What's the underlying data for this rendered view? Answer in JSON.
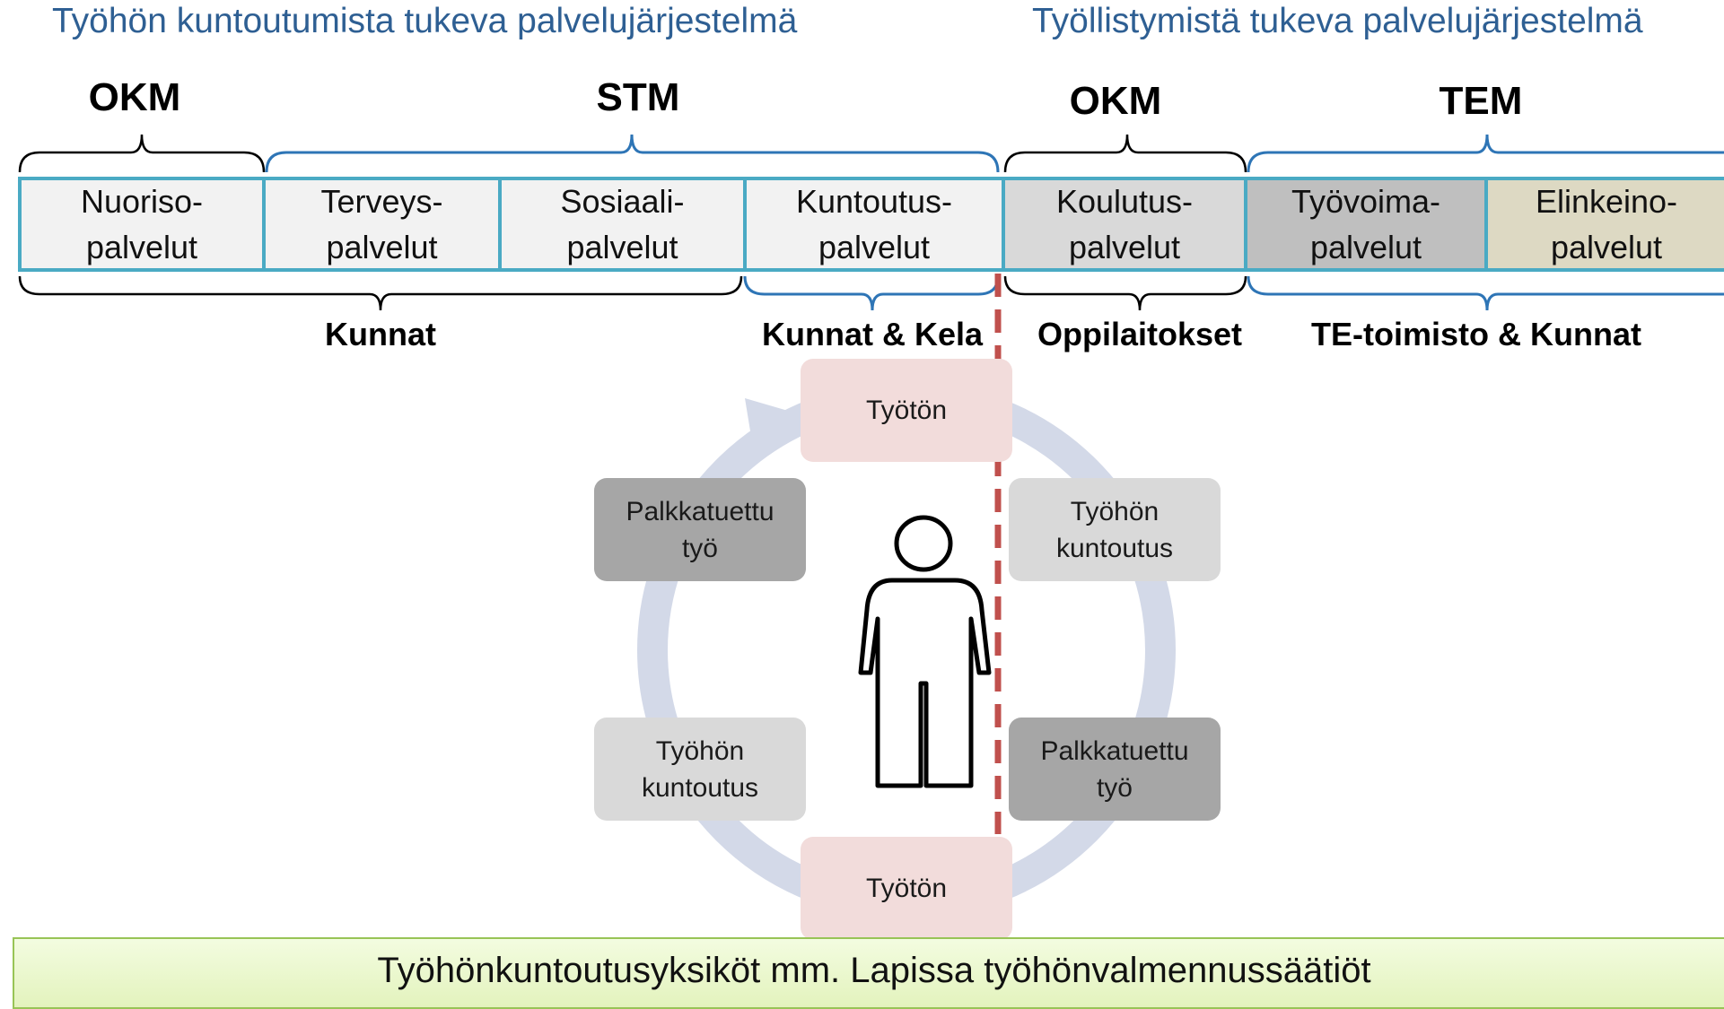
{
  "headers": {
    "left": "Työhön kuntoutumista tukeva palvelujärjestelmä",
    "right": "Työllistymistä tukeva palvelujärjestelmä"
  },
  "ministries": [
    "OKM",
    "STM",
    "OKM",
    "TEM"
  ],
  "services": [
    "Nuoriso-\npalvelut",
    "Terveys-\npalvelut",
    "Sosiaali-\npalvelut",
    "Kuntoutus-\npalvelut",
    "Koulutus-\npalvelut",
    "Työvoima-\npalvelut",
    "Elinkeino-\npalvelut"
  ],
  "providers": [
    "Kunnat",
    "Kunnat & Kela",
    "Oppilaitokset",
    "TE-toimisto & Kunnat"
  ],
  "cycle": {
    "top": "Työtön",
    "left_upper": "Palkkatuettu\ntyö",
    "right_upper": "Työhön\nkuntoutus",
    "left_lower": "Työhön\nkuntoutus",
    "right_lower": "Palkkatuettu\ntyö",
    "bottom": "Työtön"
  },
  "footer": "Työhönkuntoutusyksiköt mm. Lapissa työhönvalmennussäätiöt",
  "colors": {
    "header_text": "#2e5f93",
    "box_border": "#4aaac4",
    "bracket_blue": "#2e75b6",
    "cycle_arrow": "#d3d9e8",
    "unemployed_box": "#f2dcdb",
    "paid_work_box": "#a6a6a6",
    "rehab_box": "#d9d9d9",
    "divider": "#c0504d",
    "footer_border": "#98c456"
  }
}
